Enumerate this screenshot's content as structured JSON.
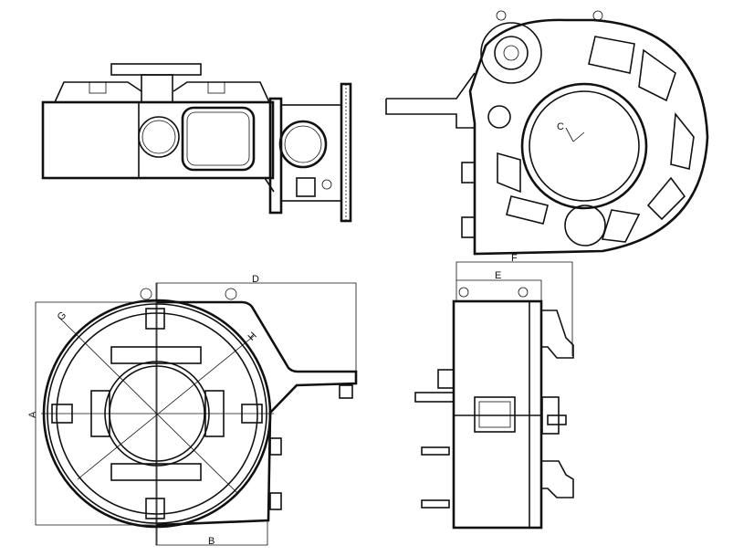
{
  "drawing": {
    "views": [
      "side-view",
      "front-view",
      "top-view-dimensioned",
      "end-view-dimensioned"
    ],
    "dimension_labels": {
      "A": "A",
      "B": "B",
      "C": "C",
      "D": "D",
      "E": "E",
      "F": "F",
      "G": "G",
      "H": "H"
    }
  }
}
